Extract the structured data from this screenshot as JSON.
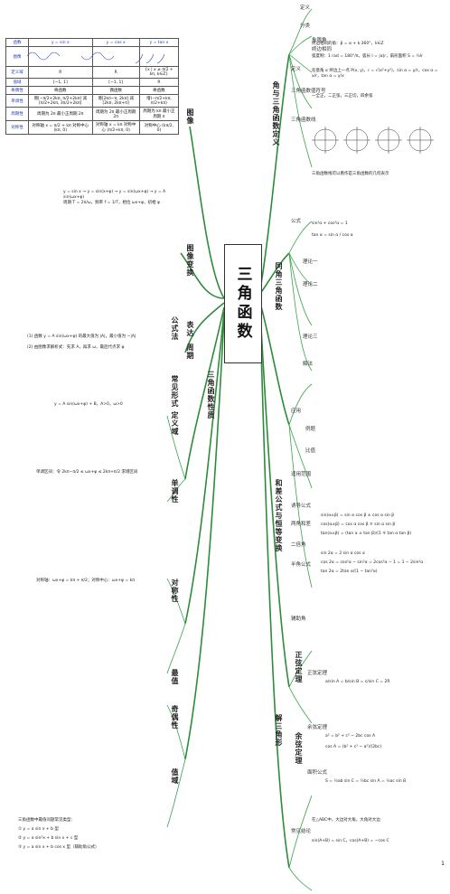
{
  "center_title": "三角函数",
  "left_branches": {
    "images": "图像",
    "image_transform": "图像变换",
    "formula": "公式法",
    "reduce": "表达",
    "period": "周期",
    "common_forms": "常见形式",
    "definition_domain": "定义域",
    "monotone": "单调性",
    "extremum": "对称性",
    "max_value": "最值",
    "sign": "奇偶性",
    "range": "值域",
    "image_props": "图像",
    "cosine_props": "函数性质",
    "graph_props": "三角函数性质"
  },
  "right_branches": {
    "angle_def": "角",
    "angle_concept": "角与三角函数定义",
    "identities": "同角三角函数",
    "transform": "和差公式与恒等变换",
    "solve": "解三角形",
    "sine_law": "正弦定理",
    "cosine_law": "余弦定理"
  },
  "right_leaf_labels": {
    "def": "定义",
    "classify": "分类",
    "quadrant": "象限角",
    "terminal": "终边相同",
    "def2": "定义",
    "trig_sign": "三角函数值符号",
    "unit_circle": "三角函数线",
    "formula1": "公式",
    "theory1": "理论一",
    "theory2": "理论二",
    "theory3": "理论三",
    "usage": "解法",
    "apply": "应用",
    "example": "例题",
    "ratio": "比值",
    "domain": "适用范围",
    "induce": "诱导公式",
    "sum_diff": "两角和差",
    "double": "二倍角",
    "half": "半角公式",
    "aux": "辅助角",
    "sine_form": "正弦定理",
    "cos_form": "余弦定理",
    "area": "面积公式",
    "common_ways": "常见结论"
  },
  "table": {
    "headers": [
      "函数",
      "y = sin x",
      "y = cos x",
      "y = tan x"
    ],
    "rows": [
      {
        "label": "图像",
        "cells": [
          "",
          "",
          ""
        ]
      },
      {
        "label": "定义域",
        "cells": [
          "R",
          "R",
          "{x | x ≠ π/2 + kπ, k∈Z}"
        ]
      },
      {
        "label": "值域",
        "cells": [
          "[−1, 1]",
          "[−1, 1]",
          "R"
        ]
      },
      {
        "label": "奇偶性",
        "cells": [
          "奇函数",
          "偶函数",
          "奇函数"
        ]
      },
      {
        "label": "单调性",
        "cells": [
          "增[−π/2+2kπ, π/2+2kπ] 减[π/2+2kπ, 3π/2+2kπ]",
          "增[2kπ−π, 2kπ] 减[2kπ, 2kπ+π]",
          "增(−π/2+kπ, π/2+kπ)"
        ]
      },
      {
        "label": "周期性",
        "cells": [
          "周期为 2π 最小正周期 2π",
          "周期为 2π 最小正周期 2π",
          "周期为 kπ 最小正周期 π"
        ]
      },
      {
        "label": "对称性",
        "cells": [
          "对称轴 x = π/2 + kπ 对称中心 (kπ, 0)",
          "对称轴 x = kπ 对称中心 (π/2+kπ, 0)",
          "对称中心 (kπ/2, 0)"
        ]
      }
    ]
  },
  "notes": {
    "n1": "y = sin x → y = sin(x+φ) → y = sin(ωx+φ) → y = A sin(ωx+φ)",
    "n2": "周期 T = 2π/ω，频率 f = 1/T，相位 ωx+φ，初相 φ",
    "n3": "(1) 函数 y = A sin(ωx+φ) 的最大值为 |A|，最小值为 −|A|",
    "n4": "(2) 由图像求解析式：先求 A，再求 ω，最后代点求 φ",
    "n5": "y = A sin(ωx+φ) + B，A>0，ω>0",
    "n6": "单调区间：令 2kπ−π/2 ≤ ωx+φ ≤ 2kπ+π/2 求增区间",
    "n7": "对称轴：ωx+φ = kπ + π/2；对称中心：ωx+φ = kπ",
    "n8": "三角函数中最值问题常见类型：",
    "n9": "① y = a sin x + b 型",
    "n10": "② y = a sin²x + b sin x + c 型",
    "n11": "③ y = a sin x + b cos x 型（辅助角公式）",
    "n12": "sin²α + cos²α = 1",
    "n13": "tan α = sin α / cos α",
    "n14": "sin(α±β) = sin α cos β ± cos α sin β",
    "n15": "cos(α±β) = cos α cos β ∓ sin α sin β",
    "n16": "tan(α±β) = (tan α ± tan β)/(1 ∓ tan α tan β)",
    "n17": "sin 2α = 2 sin α cos α",
    "n18": "cos 2α = cos²α − sin²α = 2cos²α − 1 = 1 − 2sin²α",
    "n19": "tan 2α = 2tan α/(1 − tan²α)",
    "n20": "a/sin A = b/sin B = c/sin C = 2R",
    "n21": "a² = b² + c² − 2bc cos A",
    "n22": "cos A = (b² + c² − a²)/(2bc)",
    "n23": "S = ½ab sin C = ½bc sin A = ½ac sin B",
    "n24": "在△ABC中，大边对大角，大角对大边",
    "n25": "sin(A+B) = sin C，cos(A+B) = −cos C",
    "n26": "终边相同的角：β = α + k·360°，k∈Z",
    "n27": "弧度制：1 rad = 180°/π，弧长 l = |α|r，扇形面积 S = ½lr",
    "n28": "任意角 α 终边上一点 P(x, y)，r = √(x²+y²)，sin α = y/r，cos α = x/r，tan α = y/x",
    "n29": "一全正，二正弦，三正切，四余弦",
    "n30": "三角函数线可以看作是三角函数的几何表示"
  },
  "page_number": "1"
}
